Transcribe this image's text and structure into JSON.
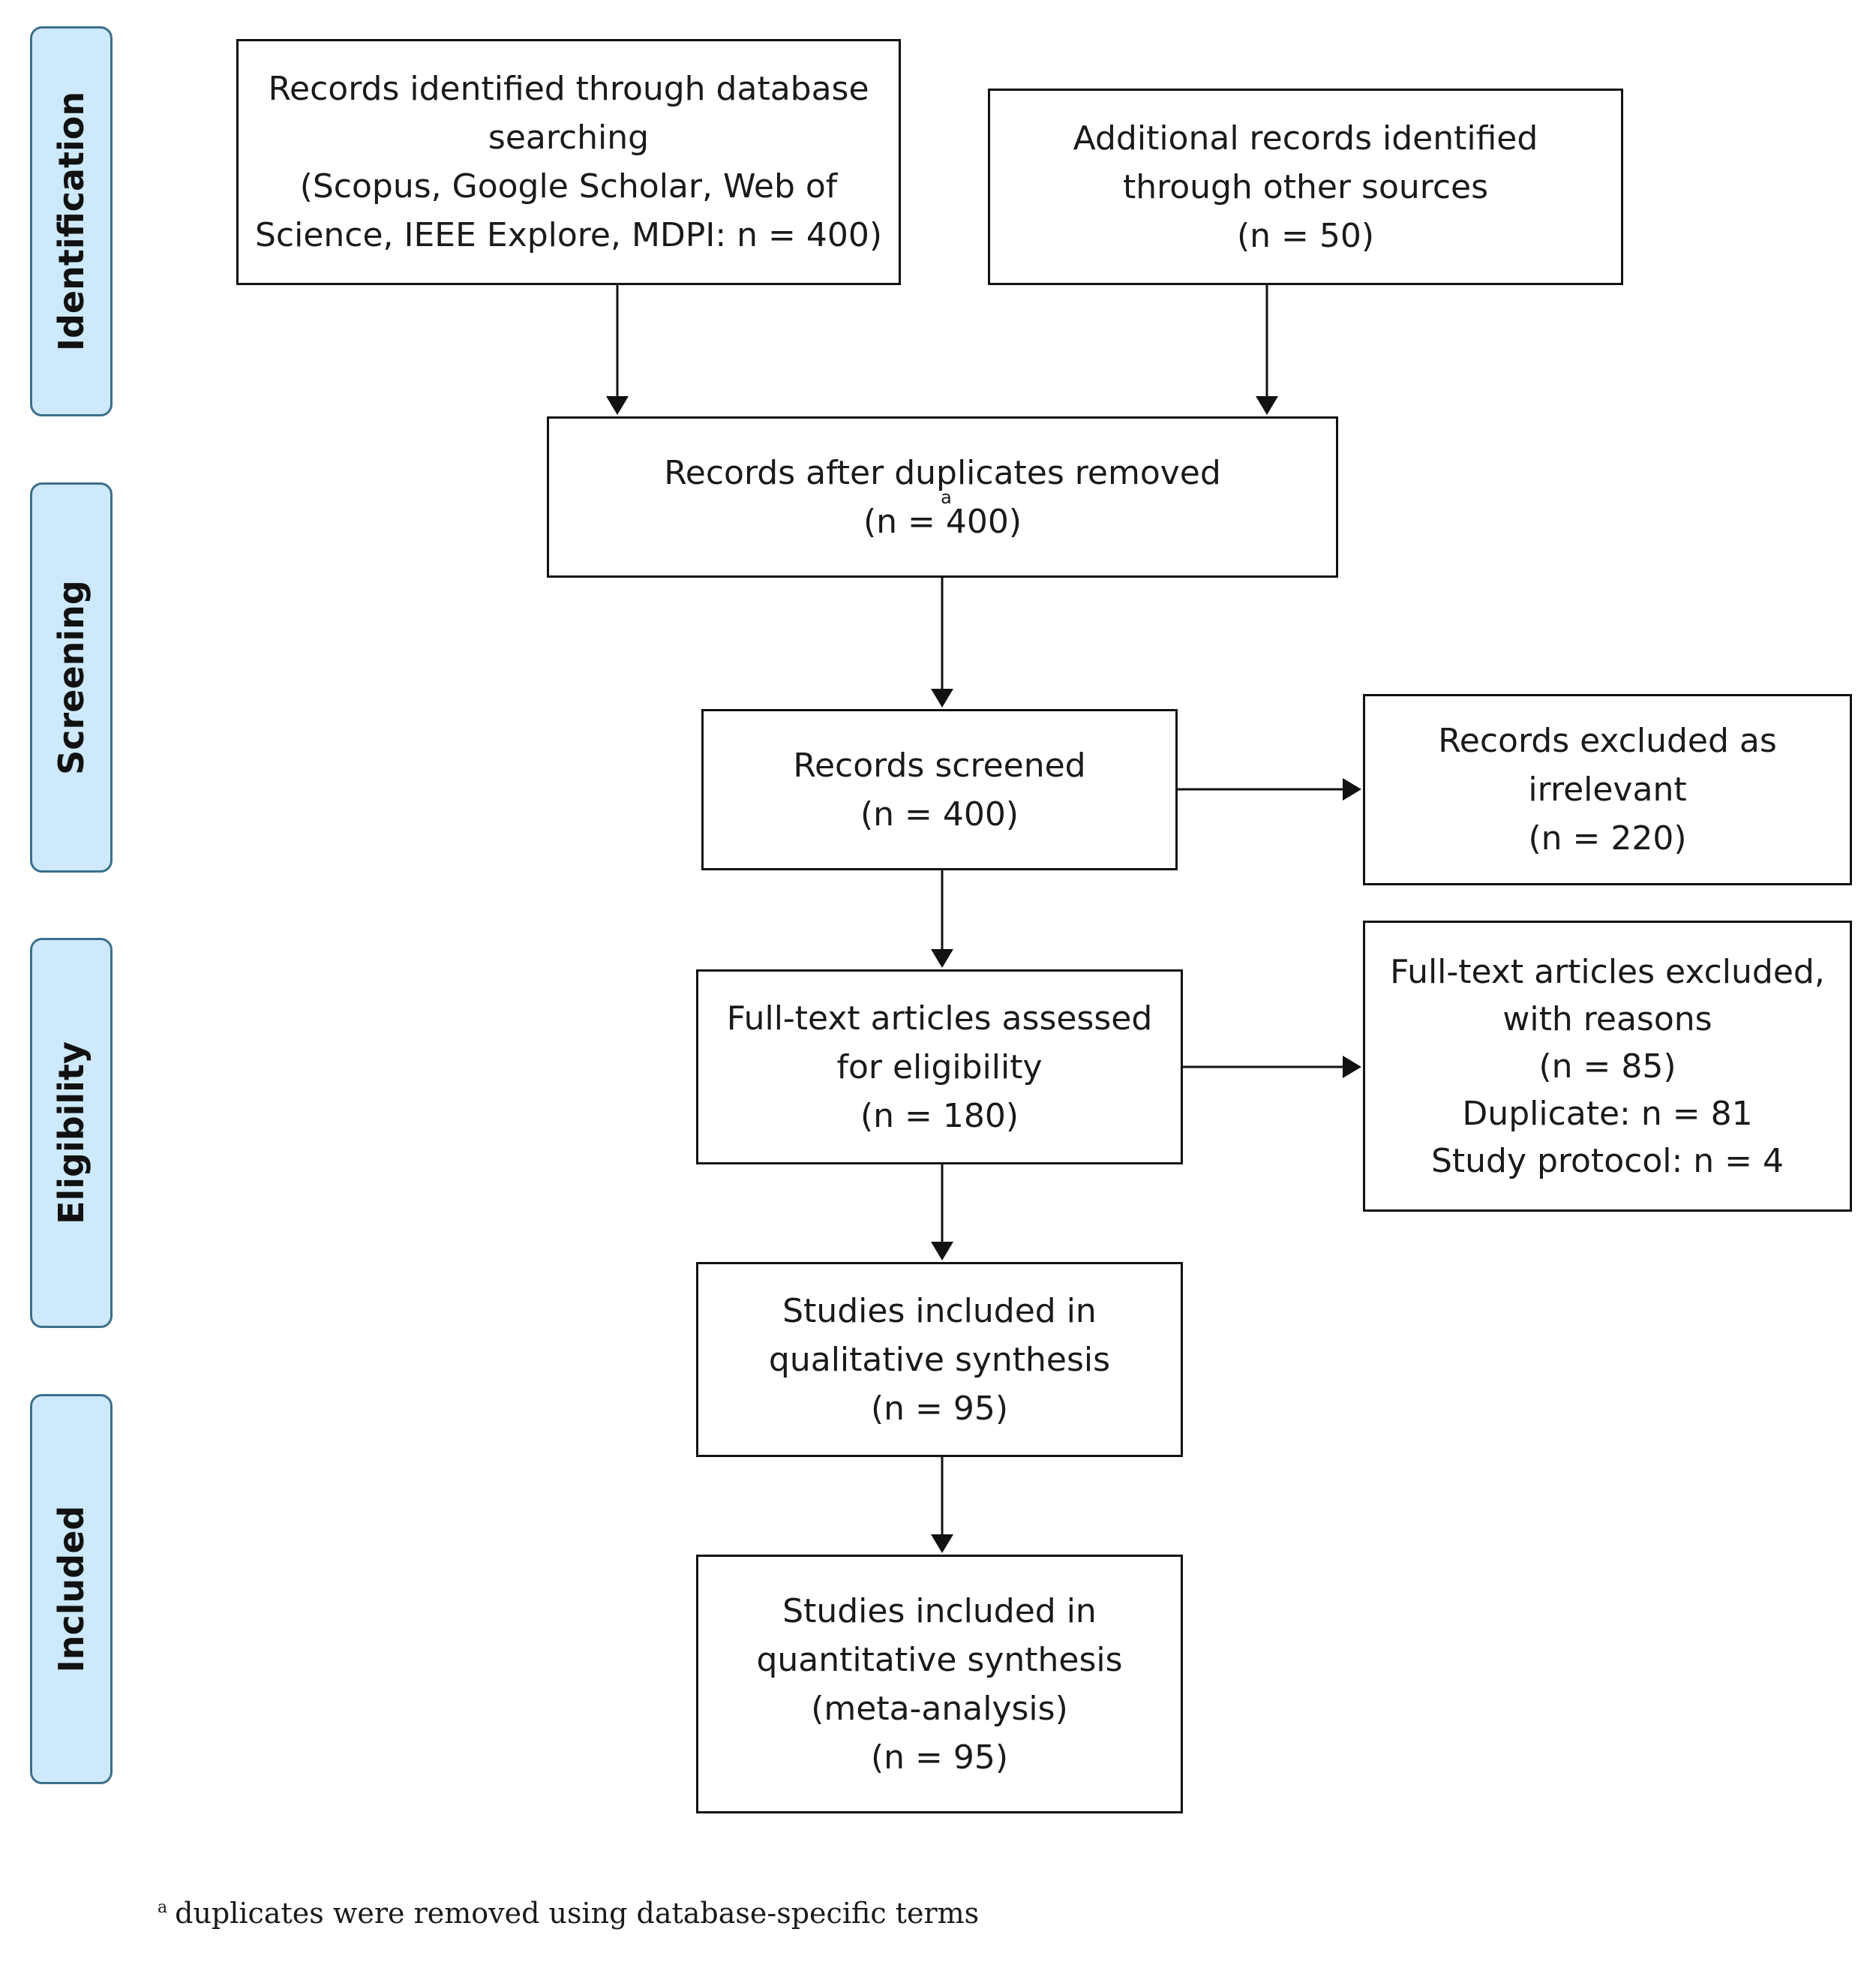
{
  "phases": [
    {
      "id": "identification",
      "label": "Identification"
    },
    {
      "id": "screening",
      "label": "Screening"
    },
    {
      "id": "eligibility",
      "label": "Eligibility"
    },
    {
      "id": "included",
      "label": "Included"
    }
  ],
  "boxes": {
    "database_search": {
      "lines": [
        "Records identified through database",
        "searching",
        "(Scopus, Google Scholar, Web of",
        "Science, IEEE Explore, MDPI: n = 400)"
      ]
    },
    "other_sources": {
      "lines": [
        "Additional records identified",
        "through other sources",
        "(n = 50)"
      ]
    },
    "after_duplicates": {
      "lines": [
        "Records after duplicates removed",
        "(n = 400)"
      ],
      "footnote_mark": "a"
    },
    "screened": {
      "lines": [
        "Records screened",
        "(n = 400)"
      ]
    },
    "excluded_irrelevant": {
      "lines": [
        "Records excluded as",
        "irrelevant",
        "(n = 220)"
      ]
    },
    "fulltext_assessed": {
      "lines": [
        "Full-text articles assessed",
        "for eligibility",
        "(n = 180)"
      ]
    },
    "fulltext_excluded": {
      "lines": [
        "Full-text articles excluded,",
        "with reasons",
        "(n = 85)",
        "Duplicate: n = 81",
        "Study protocol: n = 4"
      ]
    },
    "qualitative": {
      "lines": [
        "Studies included in",
        "qualitative synthesis",
        "(n = 95)"
      ]
    },
    "quantitative": {
      "lines": [
        "Studies included in",
        "quantitative synthesis",
        "(meta-analysis)",
        "(n = 95)"
      ]
    }
  },
  "footnote": {
    "mark": "a",
    "text": "duplicates were removed using database-specific terms"
  }
}
